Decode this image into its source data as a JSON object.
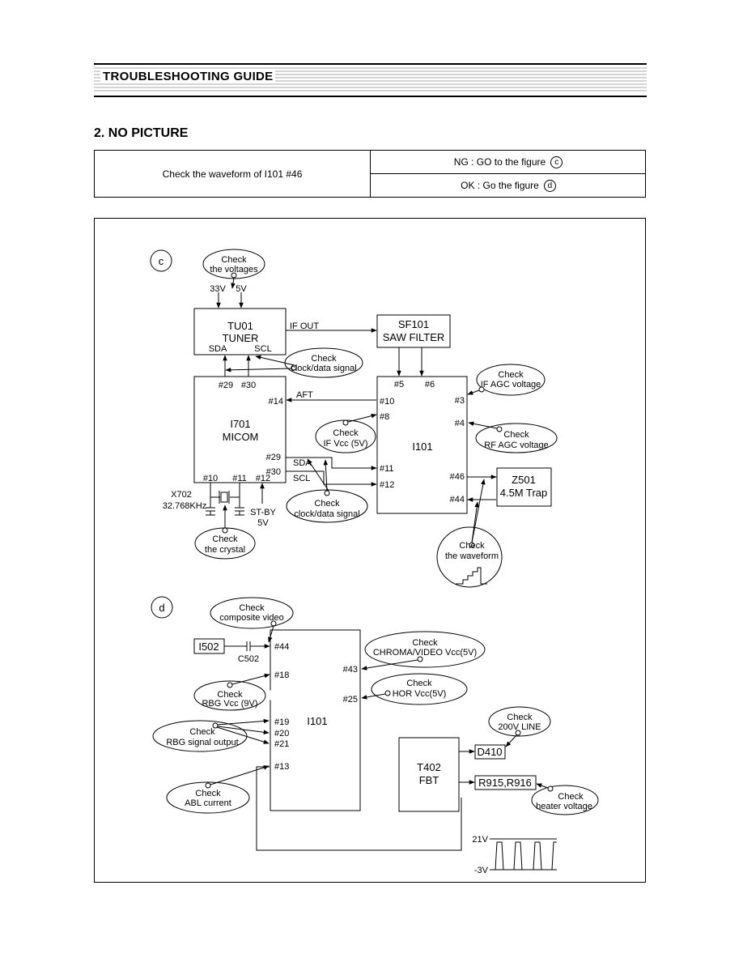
{
  "header": {
    "title": "TROUBLESHOOTING GUIDE"
  },
  "section": {
    "title": "2. NO PICTURE"
  },
  "step": {
    "check": "Check the waveform of I101 #46",
    "ng": "NG : GO to the figure",
    "ng_ref": "c",
    "ok": "OK : Go the figure",
    "ok_ref": "d"
  },
  "fig_c": {
    "label": "c",
    "check_voltages": [
      "Check",
      "the voltages"
    ],
    "v33": "33V",
    "v5": "5V",
    "tu01": [
      "TU01",
      "TUNER"
    ],
    "tu01_sda": "SDA",
    "tu01_scl": "SCL",
    "if_out": "IF OUT",
    "sf101": [
      "SF101",
      "SAW FILTER"
    ],
    "check_clock1": [
      "Check",
      "clock/data signal"
    ],
    "i701_pins": {
      "p29": "#29",
      "p30": "#30",
      "p14": "#14",
      "p29b": "#29",
      "p30b": "#30",
      "p10": "#10",
      "p11": "#11",
      "p12": "#12"
    },
    "i701": [
      "I701",
      "MICOM"
    ],
    "aft": "AFT",
    "sda": "SDA",
    "scl": "SCL",
    "i101_pins": {
      "p5": "#5",
      "p6": "#6",
      "p10": "#10",
      "p8": "#8",
      "p11": "#11",
      "p12": "#12",
      "p3": "#3",
      "p4": "#4",
      "p46": "#46",
      "p44": "#44"
    },
    "i101": "I101",
    "check_if_agc": [
      "Check",
      "IF AGC voltage"
    ],
    "check_rf_agc": [
      "Check",
      "RF AGC voltage"
    ],
    "check_if_vcc": [
      "Check",
      "IF Vcc (5V)"
    ],
    "check_clock2": [
      "Check",
      "clock/data signal"
    ],
    "z501": [
      "Z501",
      "4.5M Trap"
    ],
    "x702": [
      "X702",
      "32.768KHz"
    ],
    "st_by": [
      "ST-BY",
      "5V"
    ],
    "check_crystal": [
      "Check",
      "the crystal"
    ],
    "check_waveform": [
      "Check",
      "the waveform"
    ]
  },
  "fig_d": {
    "label": "d",
    "check_composite": [
      "Check",
      "composite video"
    ],
    "i502": "I502",
    "c502": "C502",
    "i101": "I101",
    "i101_pins": {
      "p44": "#44",
      "p18": "#18",
      "p19": "#19",
      "p20": "#20",
      "p21": "#21",
      "p13": "#13",
      "p43": "#43",
      "p25": "#25"
    },
    "check_chroma": [
      "Check",
      "CHROMA/VIDEO Vcc(5V)"
    ],
    "check_hor": [
      "Check",
      "HOR Vcc(5V)"
    ],
    "check_rbg_vcc": [
      "Check",
      "RBG Vcc (9V)"
    ],
    "check_rbg_out": [
      "Check",
      "RBG signal output"
    ],
    "check_abl": [
      "Check",
      "ABL current"
    ],
    "t402": [
      "T402",
      "FBT"
    ],
    "check_200v": [
      "Check",
      "200V LINE"
    ],
    "d410": "D410",
    "r915": "R915,R916",
    "check_heater": [
      "Check",
      "heater voltage"
    ],
    "v21": "21V",
    "vneg3": "-3V"
  }
}
